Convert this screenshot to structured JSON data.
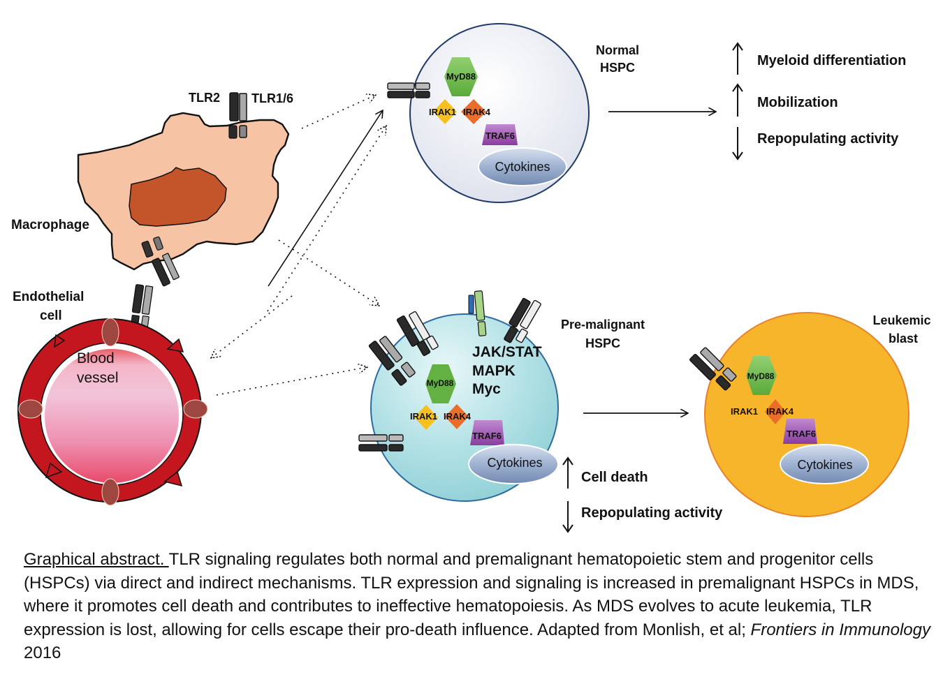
{
  "labels": {
    "tlr2": "TLR2",
    "tlr16": "TLR1/6",
    "macrophage": "Macrophage",
    "endothelial_line1": "Endothelial",
    "endothelial_line2": "cell",
    "blood_line1": "Blood",
    "blood_line2": "vessel"
  },
  "normal_hspc": {
    "title_line1": "Normal",
    "title_line2": "HSPC",
    "proteins": {
      "myd88": "MyD88",
      "irak1": "IRAK1",
      "irak4": "IRAK4",
      "traf6": "TRAF6",
      "cytokines": "Cytokines"
    },
    "outcomes": [
      {
        "direction": "up",
        "text": "Myeloid differentiation"
      },
      {
        "direction": "up",
        "text": "Mobilization"
      },
      {
        "direction": "down",
        "text": "Repopulating activity"
      }
    ]
  },
  "premalignant_hspc": {
    "title_line1": "Pre-malignant",
    "title_line2": "HSPC",
    "pathways": [
      "JAK/STAT",
      "MAPK",
      "Myc"
    ],
    "proteins": {
      "myd88": "MyD88",
      "irak1": "IRAK1",
      "irak4": "IRAK4",
      "traf6": "TRAF6",
      "cytokines": "Cytokines"
    },
    "outcomes": [
      {
        "direction": "up",
        "text": "Cell death"
      },
      {
        "direction": "down",
        "text": "Repopulating activity"
      }
    ]
  },
  "leukemic_blast": {
    "title_line1": "Leukemic",
    "title_line2": "blast",
    "proteins": {
      "myd88": "MyD88",
      "irak1": "IRAK1",
      "irak4": "IRAK4",
      "traf6": "TRAF6",
      "cytokines": "Cytokines"
    }
  },
  "colors": {
    "macrophage_body": "#f6c4a4",
    "macrophage_nucleus": "#c4552a",
    "vessel_wall": "#c3161f",
    "vessel_lumen": "#ee7f9c",
    "normal_cell": "#eef0f6",
    "premalignant_cell": "#a9dde3",
    "leukemic_cell": "#f6b52b",
    "myd88": "#6fbd4a",
    "irak1": "#f6c11f",
    "irak4": "#eb6d2a",
    "traf6": "#9a4eb0",
    "cytokines": "#8fa4c6"
  },
  "caption": {
    "lead": "Graphical abstract. ",
    "body": "TLR signaling regulates both normal and premalignant hematopoietic stem and progenitor cells (HSPCs) via direct and indirect mechanisms. TLR expression and signaling is increased in premalignant HSPCs in MDS, where it promotes cell death and contributes to ineffective hematopoiesis. As MDS evolves to acute leukemia, TLR expression is lost, allowing for cells escape their pro-death influence. Adapted from Monlish, et al; ",
    "journal": "Frontiers in Immunology",
    "year": " 2016"
  }
}
